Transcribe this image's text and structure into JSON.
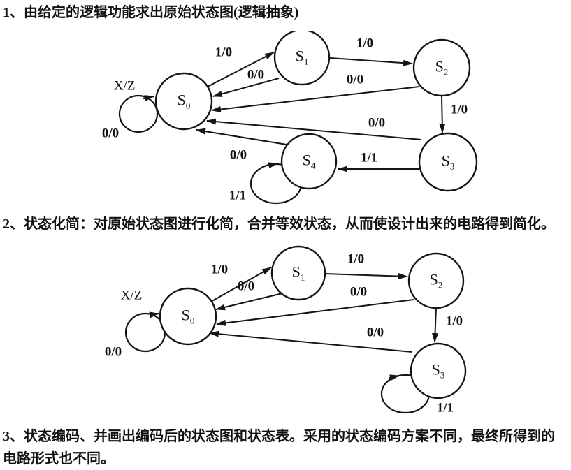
{
  "sections": [
    {
      "lines": [
        "1、由给定的逻辑功能求出原始状态图(逻辑抽象)"
      ]
    },
    {
      "lines": [
        "2、状态化简：对原始状态图进行化简，合并等效状态，从而使设计出来的电路得到简化。"
      ]
    },
    {
      "lines": [
        "3、状态编码、并画出编码后的状态图和状态表。采用的状态编码方案不同，最终所得到的",
        "电路形式也不同。"
      ]
    }
  ],
  "colors": {
    "ink": "#151515",
    "background": "#ffffff"
  },
  "diagram1": {
    "annotation_xz": "X/Z",
    "nodes": {
      "s0": {
        "base": "S",
        "sub": "0"
      },
      "s1": {
        "base": "S",
        "sub": "1"
      },
      "s2": {
        "base": "S",
        "sub": "2"
      },
      "s3": {
        "base": "S",
        "sub": "3"
      },
      "s4": {
        "base": "S",
        "sub": "4"
      }
    },
    "edges": {
      "s0_s1": "1/0",
      "s1_s0": "0/0",
      "s1_s2": "1/0",
      "s2_s0": "0/0",
      "s2_s3": "1/0",
      "s3_s0": "0/0",
      "s3_s4": "1/1",
      "s4_s0": "0/0",
      "s0_loop": "0/0",
      "s4_loop": "1/1"
    }
  },
  "diagram2": {
    "annotation_xz": "X/Z",
    "nodes": {
      "s0": {
        "base": "S",
        "sub": "0"
      },
      "s1": {
        "base": "S",
        "sub": "1"
      },
      "s2": {
        "base": "S",
        "sub": "2"
      },
      "s3": {
        "base": "S",
        "sub": "3"
      }
    },
    "edges": {
      "s0_s1": "1/0",
      "s1_s0": "0/0",
      "s1_s2": "1/0",
      "s2_s0": "0/0",
      "s2_s3": "1/0",
      "s3_s0": "0/0",
      "s0_loop": "0/0",
      "s3_loop": "1/1"
    }
  }
}
